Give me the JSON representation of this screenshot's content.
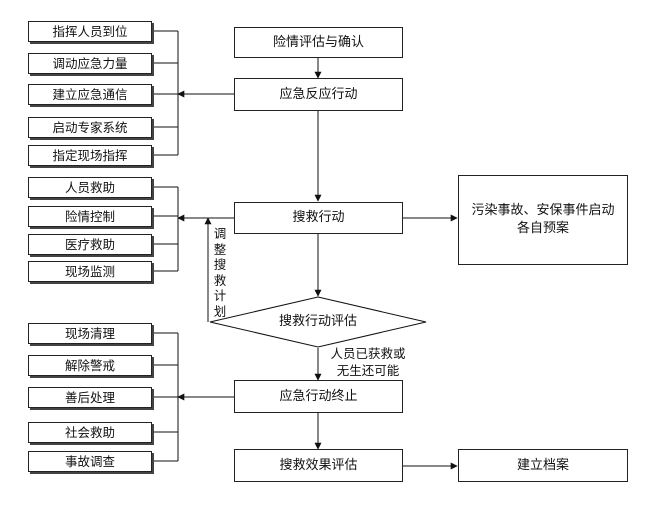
{
  "main_flow": {
    "assess_confirm": "险情评估与确认",
    "emergency_response": "应急反应行动",
    "search_rescue": "搜救行动",
    "rescue_evaluation": "搜救行动评估",
    "emergency_end": "应急行动终止",
    "effect_evaluation": "搜救效果评估",
    "build_archive": "建立档案"
  },
  "group_response": [
    "指挥人员到位",
    "调动应急力量",
    "建立应急通信",
    "启动专家系统",
    "指定现场指挥"
  ],
  "group_rescue": [
    "人员救助",
    "险情控制",
    "医疗救助",
    "现场监测"
  ],
  "group_end": [
    "现场清理",
    "解除警戒",
    "善后处理",
    "社会救助",
    "事故调查"
  ],
  "side_box": {
    "line1": "污染事故、安保事件启动",
    "line2": "各自预案"
  },
  "labels": {
    "adjust_plan": [
      "调",
      "整",
      "搜",
      "救",
      "计",
      "划"
    ],
    "condition_line1": "人员已获救或",
    "condition_line2": "无生还可能"
  }
}
